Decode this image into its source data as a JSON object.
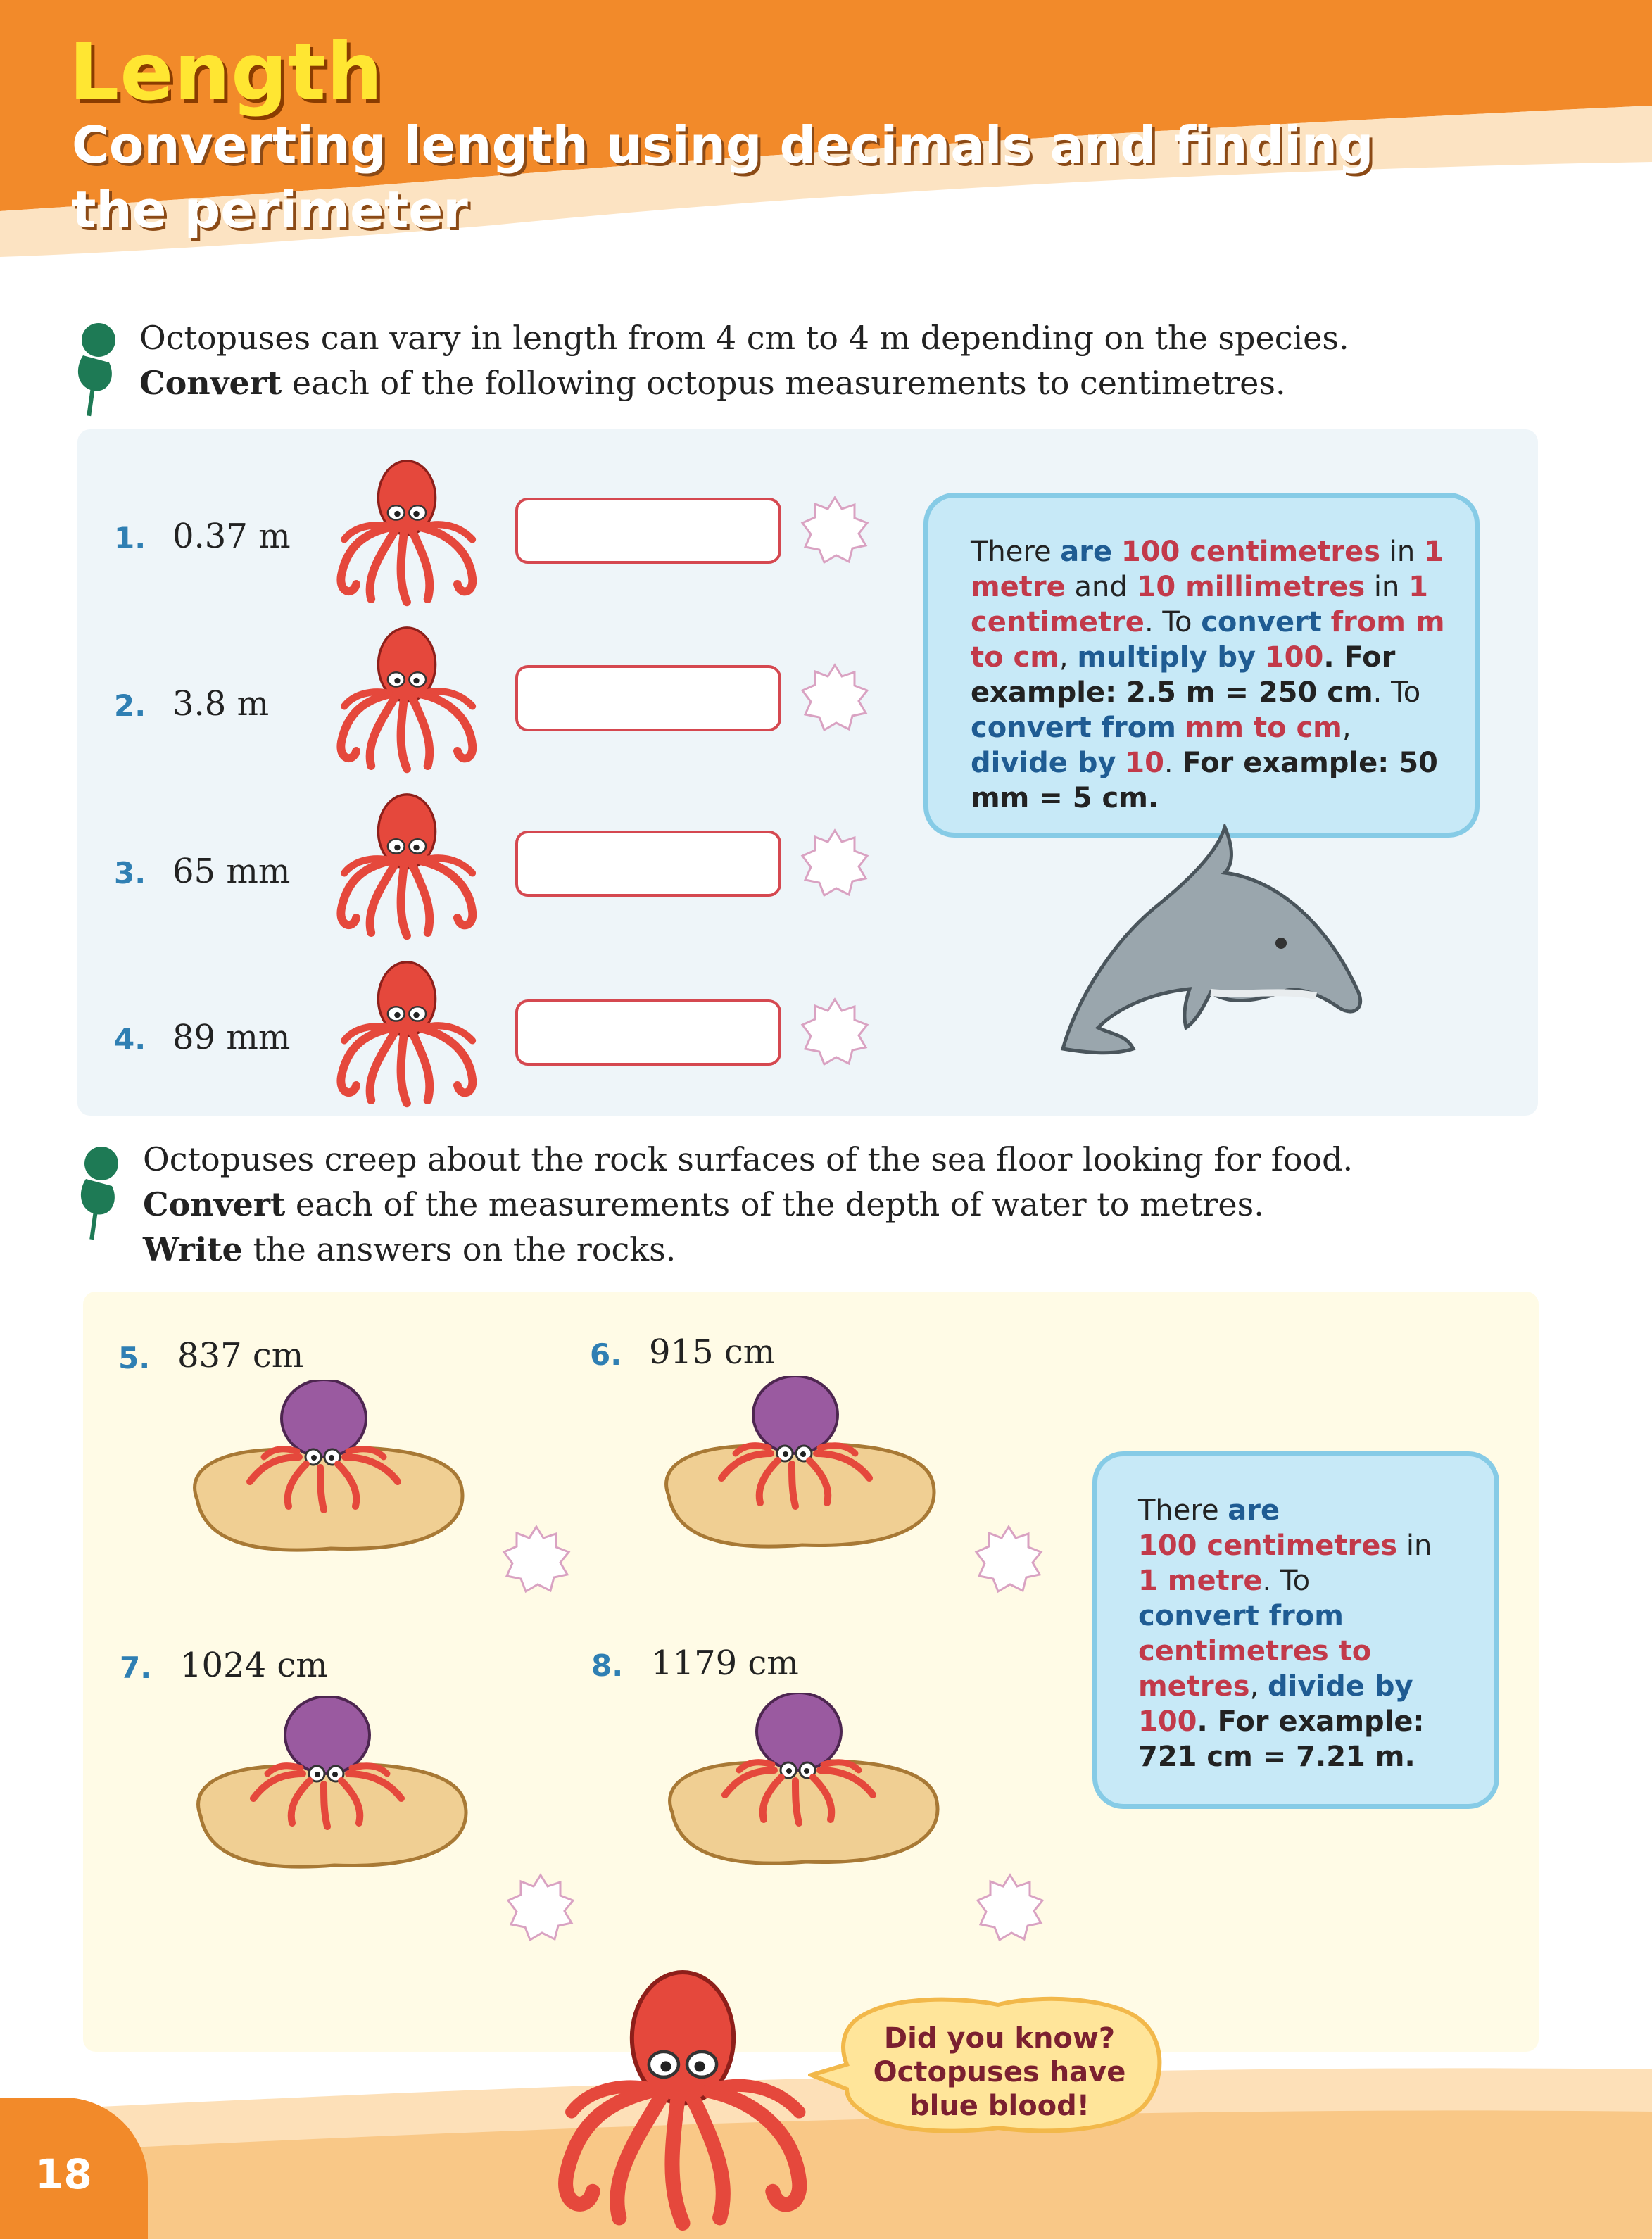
{
  "header": {
    "title": "Length",
    "subtitle": "Converting length using decimals and finding the perimeter"
  },
  "section1": {
    "instruction_plain": "Octopuses can vary in length from 4 cm to 4 m depending on the species.",
    "instruction_verb": "Convert",
    "instruction_rest": " each of the following octopus measurements to centimetres.",
    "questions": [
      {
        "num": "1.",
        "value": "0.37 m"
      },
      {
        "num": "2.",
        "value": "3.8 m"
      },
      {
        "num": "3.",
        "value": "65 mm"
      },
      {
        "num": "4.",
        "value": "89 mm"
      }
    ],
    "tip": {
      "t1": "There ",
      "t2": "are",
      "t3": " ",
      "t4": "100 centimetres",
      "t5": " in ",
      "t6": "1 metre",
      "t7": " and ",
      "t8": "10 millimetres",
      "t9": " in ",
      "t10": "1 centimetre",
      "t11": ". To ",
      "t12": "convert",
      "t13": " ",
      "t14": "from m to cm",
      "t15": ", ",
      "t16": "multiply by",
      "t17": " ",
      "t18": "100",
      "t19": ". For example:",
      "t20": " 2.5 m = 250 cm",
      "t21": ". To ",
      "t22": "convert from",
      "t23": " ",
      "t24": "mm to cm",
      "t25": ", ",
      "t26": "divide by",
      "t27": " ",
      "t28": "10",
      "t29": ". ",
      "t30": "For example: 50 mm = 5 cm."
    }
  },
  "section2": {
    "instruction_line1": "Octopuses creep about the rock surfaces of the sea floor looking for food.",
    "verb1": "Convert",
    "instruction_line2_rest": " each of the measurements of the depth of water to metres.",
    "verb2": "Write",
    "instruction_line3_rest": " the answers on the rocks.",
    "questions": [
      {
        "num": "5.",
        "value": "837 cm"
      },
      {
        "num": "6.",
        "value": "915 cm"
      },
      {
        "num": "7.",
        "value": "1024 cm"
      },
      {
        "num": "8.",
        "value": "1179 cm"
      }
    ],
    "tip": {
      "t1": "There ",
      "t2": "are",
      "t3": "100 centimetres",
      "t4": " in ",
      "t5": "1 metre",
      "t6": ". To ",
      "t7": "convert from",
      "t8": "centimetres to metres",
      "t9": ", ",
      "t10": "divide by",
      "t11": "100",
      "t12": ". For example:",
      "t13": "721 cm = 7.21 m."
    }
  },
  "fact": {
    "line1": "Did you know?",
    "line2": "Octopuses have",
    "line3": "blue blood!"
  },
  "page_number": "18",
  "colors": {
    "header_orange": "#f28a2a",
    "title_yellow": "#ffe632",
    "number_blue": "#2f7fb3",
    "keyword_red": "#c23a4a",
    "keyword_blue": "#1f5c93",
    "tip_bg": "#c7e9f7",
    "answer_box_border": "#d54850"
  }
}
